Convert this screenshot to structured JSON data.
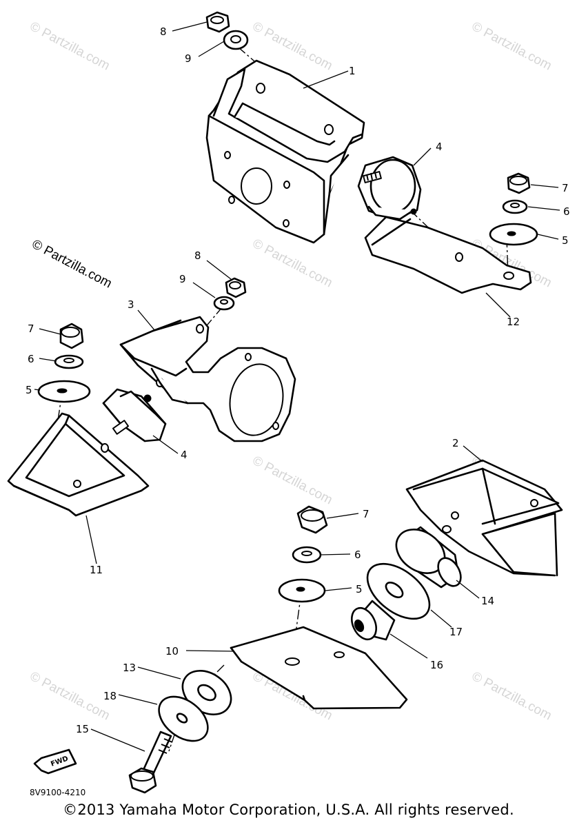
{
  "watermark": "© Partzilla.com",
  "callouts": {
    "c1": "1",
    "c2": "2",
    "c3": "3",
    "c4a": "4",
    "c4b": "4",
    "c5a": "5",
    "c5b": "5",
    "c5c": "5",
    "c6a": "6",
    "c6b": "6",
    "c6c": "6",
    "c7a": "7",
    "c7b": "7",
    "c7c": "7",
    "c8a": "8",
    "c8b": "8",
    "c9a": "9",
    "c9b": "9",
    "c10": "10",
    "c11": "11",
    "c12": "12",
    "c13": "13",
    "c14": "14",
    "c15": "15",
    "c16": "16",
    "c17": "17",
    "c18": "18"
  },
  "fwd_label": "FWD",
  "diagram_code": "8V9100-4210",
  "copyright": "©2013 Yamaha Motor Corporation, U.S.A. All rights reserved."
}
